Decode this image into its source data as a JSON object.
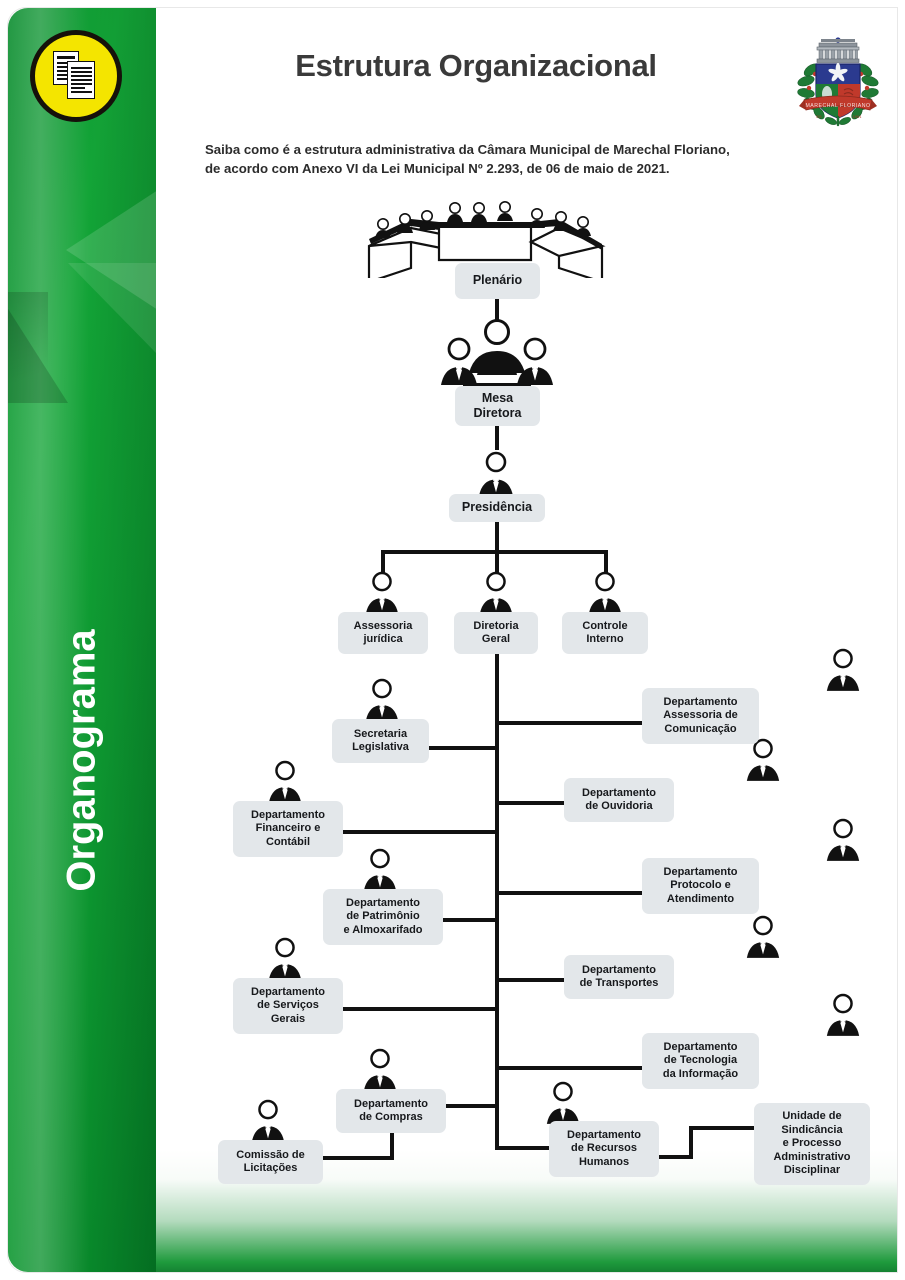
{
  "header": {
    "title": "Estrutura Organizacional",
    "logo_icon": "documents-icon",
    "crest_icon": "municipal-coat-of-arms-icon",
    "subtitle_line1": "Saiba como é a estrutura administrativa da Câmara Municipal de Marechal Floriano,",
    "subtitle_line2": "de acordo com Anexo VI da Lei Municipal Nº 2.293, de 06 de maio de 2021."
  },
  "sidebar": {
    "label": "Organograma",
    "bg_color": "#0d9630",
    "badge_color": "#f4e500"
  },
  "colors": {
    "node_bg": "#e3e7ea",
    "line": "#111111",
    "text": "#17191c",
    "green": "#0d9630",
    "title": "#3a3a3a"
  },
  "chart_data": {
    "type": "diagram",
    "title": "Estrutura Organizacional",
    "nodes": [
      {
        "id": "plenario",
        "label": "Plenário",
        "level": 0,
        "icon": "assembly-bench-icon"
      },
      {
        "id": "mesa",
        "label": "Mesa\nDiretora",
        "level": 1,
        "icon": "board-group-icon"
      },
      {
        "id": "presidencia",
        "label": "Presidência",
        "level": 2,
        "icon": "person-icon"
      },
      {
        "id": "assessoria",
        "label": "Assessoria\njurídica",
        "level": 3,
        "icon": "person-icon"
      },
      {
        "id": "diretoria",
        "label": "Diretoria\nGeral",
        "level": 3,
        "icon": "person-icon"
      },
      {
        "id": "controle",
        "label": "Controle\nInterno",
        "level": 3,
        "icon": "person-icon"
      },
      {
        "id": "secretaria",
        "label": "Secretaria\nLegislativa",
        "level": 4,
        "icon": "person-icon",
        "side": "left"
      },
      {
        "id": "dep-com",
        "label": "Departamento\nAssessoria de\nComunicação",
        "level": 4,
        "icon": "person-icon",
        "side": "right"
      },
      {
        "id": "dep-fin",
        "label": "Departamento\nFinanceiro e\nContábil",
        "level": 4,
        "icon": "person-icon",
        "side": "left"
      },
      {
        "id": "dep-ouv",
        "label": "Departamento\nde Ouvidoria",
        "level": 4,
        "icon": "person-icon",
        "side": "right"
      },
      {
        "id": "dep-pat",
        "label": "Departamento\nde Patrimônio\ne Almoxarifado",
        "level": 4,
        "icon": "person-icon",
        "side": "left"
      },
      {
        "id": "dep-prot",
        "label": "Departamento\nProtocolo e\nAtendimento",
        "level": 4,
        "icon": "person-icon",
        "side": "right"
      },
      {
        "id": "dep-serv",
        "label": "Departamento\nde Serviços\nGerais",
        "level": 4,
        "icon": "person-icon",
        "side": "left"
      },
      {
        "id": "dep-trans",
        "label": "Departamento\nde Transportes",
        "level": 4,
        "icon": "person-icon",
        "side": "right"
      },
      {
        "id": "dep-compras",
        "label": "Departamento\nde Compras",
        "level": 4,
        "icon": "person-icon",
        "side": "left"
      },
      {
        "id": "dep-ti",
        "label": "Departamento\nde Tecnologia\nda Informação",
        "level": 4,
        "icon": "person-icon",
        "side": "right"
      },
      {
        "id": "comissao",
        "label": "Comissão de\nLicitações",
        "level": 5,
        "icon": "person-icon",
        "side": "left"
      },
      {
        "id": "dep-rh",
        "label": "Departamento\nde Recursos\nHumanos",
        "level": 4,
        "icon": "person-icon",
        "side": "right"
      },
      {
        "id": "unidade",
        "label": "Unidade de\nSindicância\ne Processo\nAdministrativo\nDisciplinar",
        "level": 5,
        "icon": "person-icon",
        "side": "right"
      }
    ],
    "edges": [
      [
        "plenario",
        "mesa"
      ],
      [
        "mesa",
        "presidencia"
      ],
      [
        "presidencia",
        "assessoria"
      ],
      [
        "presidencia",
        "diretoria"
      ],
      [
        "presidencia",
        "controle"
      ],
      [
        "diretoria",
        "secretaria"
      ],
      [
        "diretoria",
        "dep-com"
      ],
      [
        "diretoria",
        "dep-fin"
      ],
      [
        "diretoria",
        "dep-ouv"
      ],
      [
        "diretoria",
        "dep-pat"
      ],
      [
        "diretoria",
        "dep-prot"
      ],
      [
        "diretoria",
        "dep-serv"
      ],
      [
        "diretoria",
        "dep-trans"
      ],
      [
        "diretoria",
        "dep-compras"
      ],
      [
        "diretoria",
        "dep-ti"
      ],
      [
        "diretoria",
        "dep-rh"
      ],
      [
        "dep-compras",
        "comissao"
      ],
      [
        "dep-rh",
        "unidade"
      ]
    ],
    "labels": {
      "plenario": "Plenário",
      "mesa_l1": "Mesa",
      "mesa_l2": "Diretora",
      "presidencia": "Presidência",
      "assessoria_l1": "Assessoria",
      "assessoria_l2": "jurídica",
      "diretoria_l1": "Diretoria",
      "diretoria_l2": "Geral",
      "controle_l1": "Controle",
      "controle_l2": "Interno",
      "secretaria_l1": "Secretaria",
      "secretaria_l2": "Legislativa",
      "dep_com_l1": "Departamento",
      "dep_com_l2": "Assessoria de",
      "dep_com_l3": "Comunicação",
      "dep_fin_l1": "Departamento",
      "dep_fin_l2": "Financeiro e",
      "dep_fin_l3": "Contábil",
      "dep_ouv_l1": "Departamento",
      "dep_ouv_l2": "de Ouvidoria",
      "dep_pat_l1": "Departamento",
      "dep_pat_l2": "de Patrimônio",
      "dep_pat_l3": "e Almoxarifado",
      "dep_prot_l1": "Departamento",
      "dep_prot_l2": "Protocolo e",
      "dep_prot_l3": "Atendimento",
      "dep_serv_l1": "Departamento",
      "dep_serv_l2": "de Serviços",
      "dep_serv_l3": "Gerais",
      "dep_trans_l1": "Departamento",
      "dep_trans_l2": "de Transportes",
      "dep_compras_l1": "Departamento",
      "dep_compras_l2": "de Compras",
      "dep_ti_l1": "Departamento",
      "dep_ti_l2": "de Tecnologia",
      "dep_ti_l3": "da Informação",
      "comissao_l1": "Comissão de",
      "comissao_l2": "Licitações",
      "dep_rh_l1": "Departamento",
      "dep_rh_l2": "de Recursos",
      "dep_rh_l3": "Humanos",
      "unidade_l1": "Unidade de",
      "unidade_l2": "Sindicância",
      "unidade_l3": "e Processo",
      "unidade_l4": "Administrativo",
      "unidade_l5": "Disciplinar"
    }
  }
}
